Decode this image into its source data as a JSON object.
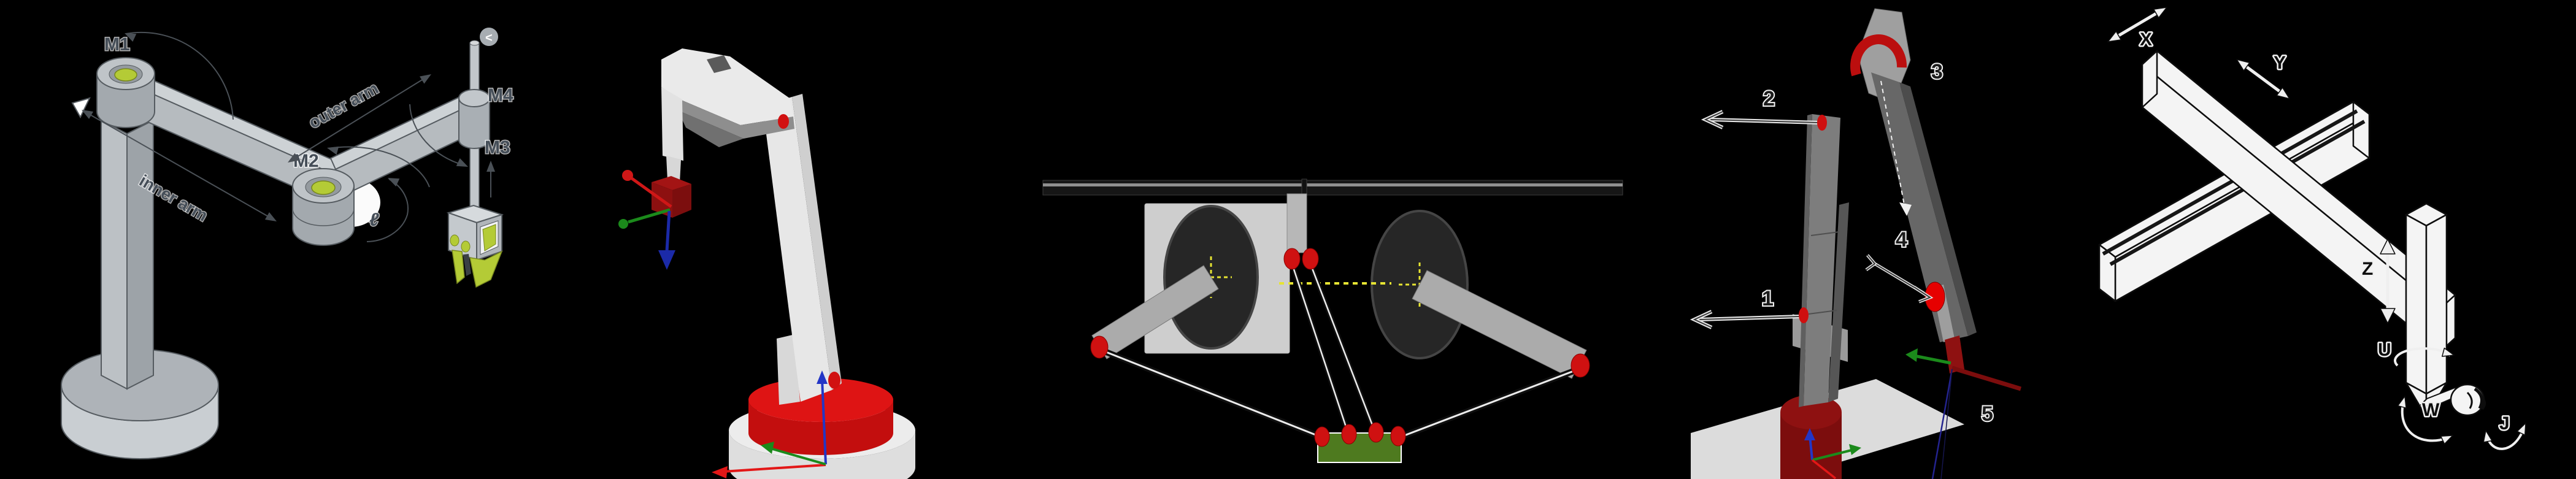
{
  "background": "#000000",
  "figures": {
    "scara_diagram": {
      "labels": {
        "m1": "M1",
        "m2": "M2",
        "m3": "M3",
        "m4": "M4",
        "inner_arm": "inner arm",
        "outer_arm": "outer arm",
        "length": "ℓ",
        "top_disc_glyph": "<"
      },
      "colors": {
        "body_gray": "#b6bbbf",
        "joint_green": "#b4cb36",
        "label_color": "#454e58"
      }
    },
    "arm_render": {
      "colors": {
        "body_white": "#e7e7e7",
        "base_red": "#c30e0e",
        "wrist_red": "#8d1010",
        "joint_dot_red": "#d11111",
        "axis_red": "#cf1717",
        "axis_green": "#1b8a1b",
        "axis_blue": "#1b2aa8"
      }
    },
    "five_bar_robot": {
      "colors": {
        "motor_dark": "#262626",
        "plate_gray": "#dadada",
        "crank_gray": "#ababab",
        "joint_red": "#cf1111",
        "platform_green": "#4e7a1f",
        "guide_yellow": "#e6e432"
      }
    },
    "a_frame_robot": {
      "labels": {
        "axis1": "1",
        "axis2": "2",
        "axis3": "3",
        "axis4": "4",
        "axis5": "5"
      },
      "colors": {
        "arm_gray": "#7d7d7d",
        "joint_red": "#e60000",
        "base_dark_red": "#7c0d0d",
        "ground_gray": "#dcdcdc",
        "axis_green": "#1b8a1b",
        "axis_blue": "#2336c6",
        "axis_red": "#e31717"
      }
    },
    "gantry_robot": {
      "labels": {
        "x": "X",
        "y": "Y",
        "z": "Z",
        "u": "U",
        "w": "W",
        "j": "J"
      },
      "colors": {
        "line_white": "#f4f4f4",
        "outline_black": "#0d0d0d"
      }
    }
  }
}
